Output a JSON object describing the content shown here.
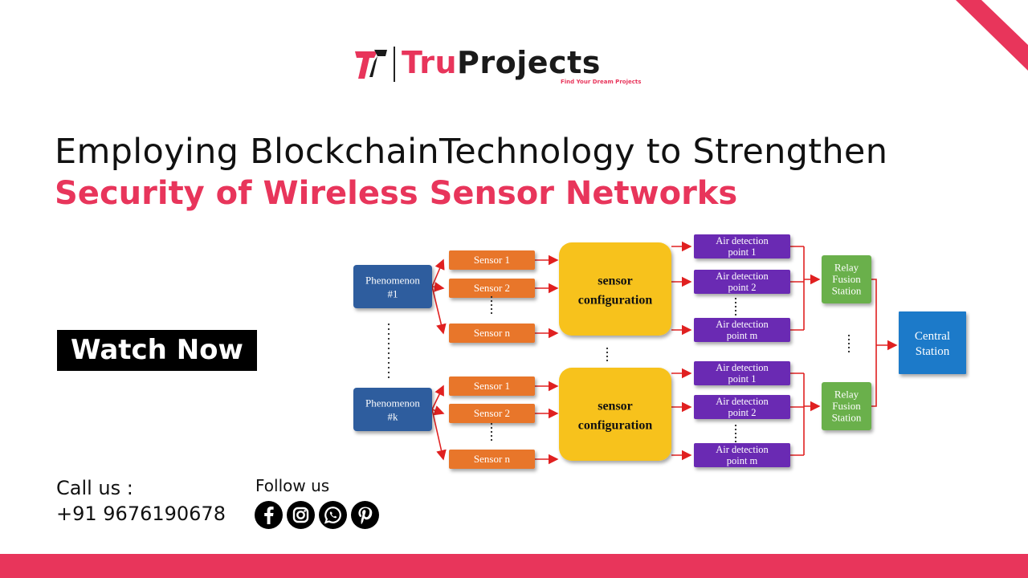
{
  "brand": {
    "name_part1": "Tru",
    "name_part2": "Projects",
    "tagline": "Find Your Dream Projects",
    "accent_color": "#e8355b"
  },
  "headline": {
    "line1": "Employing BlockchainTechnology to Strengthen",
    "line2": "Security of Wireless Sensor Networks"
  },
  "cta": {
    "label": "Watch Now"
  },
  "contact": {
    "call_label": "Call us :",
    "phone": "+91 9676190678",
    "follow_label": "Follow us",
    "social_icons": [
      "facebook-icon",
      "instagram-icon",
      "whatsapp-icon",
      "pinterest-icon"
    ]
  },
  "diagram": {
    "phenomenon_top": [
      "Phenomenon",
      "#1"
    ],
    "phenomenon_bottom": [
      "Phenomenon",
      "#k"
    ],
    "sensors": [
      "Sensor 1",
      "Sensor 2",
      "Sensor n"
    ],
    "config": [
      "sensor",
      "configuration"
    ],
    "air_points": [
      [
        "Air detection",
        "point 1"
      ],
      [
        "Air detection",
        "point 2"
      ],
      [
        "Air detection",
        "point m"
      ]
    ],
    "relay": [
      "Relay",
      "Fusion",
      "Station"
    ],
    "central": [
      "Central",
      "Station"
    ],
    "colors": {
      "phenomenon": "#2f5d9e",
      "sensor": "#e8762c",
      "config": "#f7c21a",
      "air": "#6a2bb3",
      "relay": "#6ab04c",
      "central": "#1f7ac9",
      "arrow": "#e02020"
    }
  }
}
